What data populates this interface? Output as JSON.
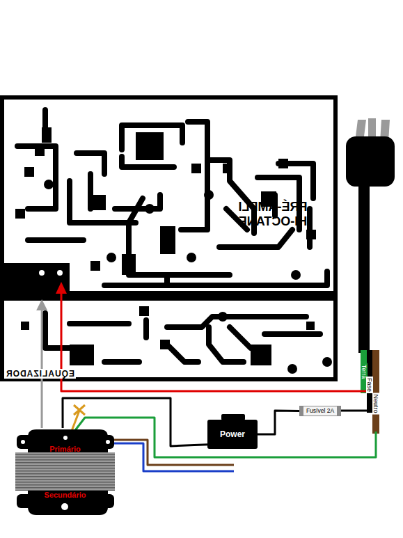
{
  "diagram": {
    "nodes": [
      {
        "text": [
          "PRÉ-AMPLI HI-OCTANE"
        ]
      },
      {
        "text": [
          "EQUALIZADOR"
        ]
      },
      {
        "text": [
          "Fusível 2A"
        ]
      },
      {
        "text": [
          "Power"
        ]
      },
      {
        "text": [
          "Primário",
          "Secundário"
        ]
      }
    ],
    "edges": [
      {
        "from": 2,
        "to": 3,
        "arrow": "none"
      },
      {
        "from": 3,
        "to": 4,
        "arrow": "none"
      },
      {
        "from": 4,
        "to": 0,
        "arrow": "to"
      }
    ],
    "labels": [
      "Terra",
      "Fase",
      "Neutro"
    ]
  }
}
